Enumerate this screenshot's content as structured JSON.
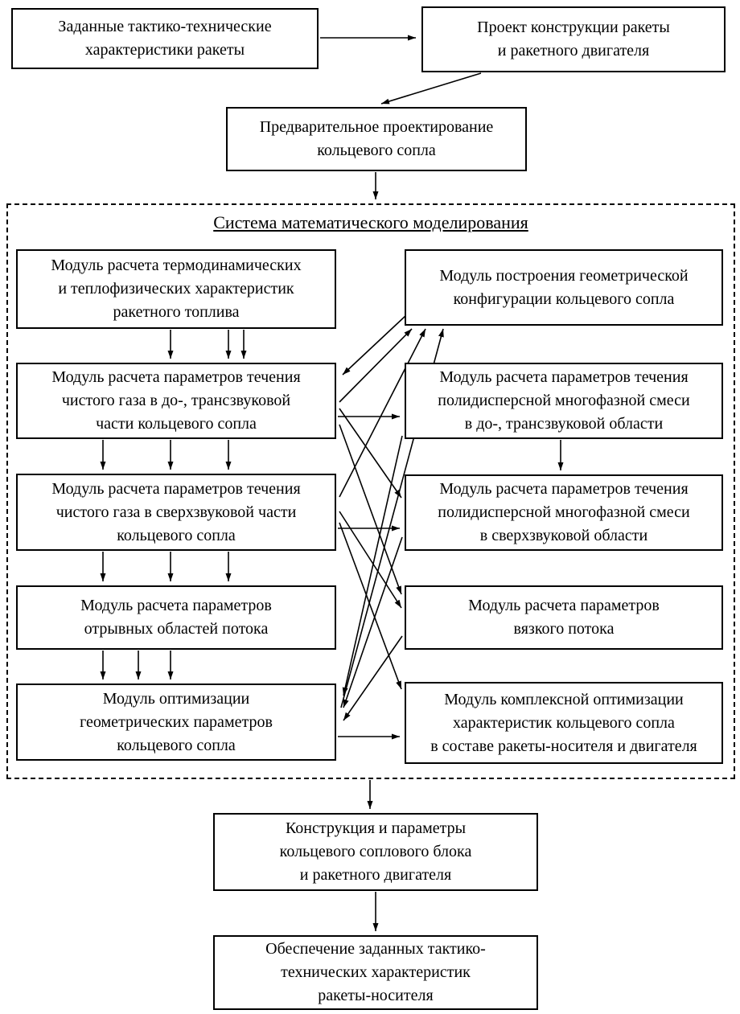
{
  "diagram": {
    "top": {
      "tactical_specs": "Заданные тактико-технические\nхарактеристики ракеты",
      "rocket_project": "Проект конструкции ракеты\nи ракетного двигателя",
      "preliminary_design": "Предварительное проектирование\nкольцевого сопла"
    },
    "system": {
      "title": "Система математического моделирования",
      "left_modules": [
        "Модуль расчета термодинамических\nи теплофизических характеристик\nракетного топлива",
        "Модуль расчета параметров течения\nчистого газа в до-, трансзвуковой\nчасти кольцевого сопла",
        "Модуль расчета параметров течения\nчистого газа в сверхзвуковой части\nкольцевого сопла",
        "Модуль расчета параметров\nотрывных областей потока",
        "Модуль оптимизации\nгеометрических параметров\nкольцевого сопла"
      ],
      "right_modules": [
        "Модуль построения геометрической\nконфигурации кольцевого сопла",
        "Модуль расчета параметров течения\nполидисперсной многофазной смеси\nв до-, трансзвуковой области",
        "Модуль расчета параметров течения\nполидисперсной многофазной смеси\nв сверхзвуковой области",
        "Модуль расчета параметров\nвязкого потока",
        "Модуль комплексной оптимизации\nхарактеристик кольцевого сопла\nв составе ракеты-носителя и двигателя"
      ]
    },
    "bottom": {
      "final_design": "Конструкция и параметры\nкольцевого соплового блока\nи ракетного двигателя",
      "assurance": "Обеспечение заданных тактико-\nтехнических характеристик\nракеты-носителя"
    },
    "connections": [
      {
        "from": "tactical-specs",
        "to": "rocket-project"
      },
      {
        "from": "rocket-project",
        "to": "preliminary-design"
      },
      {
        "from": "preliminary-design",
        "to": "modeling-system"
      },
      {
        "from": "thermo-module",
        "to": "pure-gas-subsonic-module"
      },
      {
        "from": "pure-gas-subsonic-module",
        "to": "pure-gas-supersonic-module"
      },
      {
        "from": "pure-gas-supersonic-module",
        "to": "separation-zones-module"
      },
      {
        "from": "separation-zones-module",
        "to": "geometry-optimization-module"
      },
      {
        "from": "multiphase-subsonic-module",
        "to": "multiphase-supersonic-module"
      },
      {
        "from": "pure-gas-subsonic-module",
        "to": "multiphase-subsonic-module"
      },
      {
        "from": "pure-gas-supersonic-module",
        "to": "multiphase-supersonic-module"
      },
      {
        "from": "geometry-optimization-module",
        "to": "complex-optimization-module"
      },
      {
        "from": "pure-gas-subsonic-module",
        "to": "geometry-config-module"
      },
      {
        "from": "pure-gas-supersonic-module",
        "to": "geometry-config-module"
      },
      {
        "from": "geometry-optimization-module",
        "to": "geometry-config-module"
      },
      {
        "from": "geometry-config-module",
        "to": "pure-gas-subsonic-module"
      },
      {
        "from": "pure-gas-subsonic-module",
        "to": "multiphase-supersonic-module"
      },
      {
        "from": "pure-gas-subsonic-module",
        "to": "viscous-flow-module"
      },
      {
        "from": "pure-gas-supersonic-module",
        "to": "viscous-flow-module"
      },
      {
        "from": "pure-gas-supersonic-module",
        "to": "complex-optimization-module"
      },
      {
        "from": "multiphase-subsonic-module",
        "to": "geometry-optimization-module"
      },
      {
        "from": "multiphase-supersonic-module",
        "to": "geometry-optimization-module"
      },
      {
        "from": "viscous-flow-module",
        "to": "geometry-optimization-module"
      },
      {
        "from": "modeling-system",
        "to": "final-design"
      },
      {
        "from": "final-design",
        "to": "assurance"
      }
    ],
    "colors": {
      "line": "#000000",
      "background": "#ffffff"
    }
  }
}
